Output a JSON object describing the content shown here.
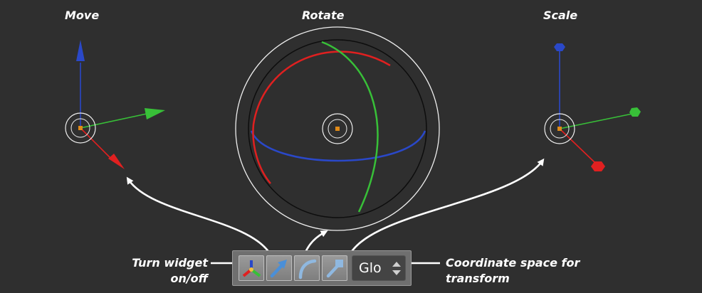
{
  "widgets": {
    "move_label": "Move",
    "rotate_label": "Rotate",
    "scale_label": "Scale"
  },
  "callouts": {
    "toggle_line1": "Turn widget",
    "toggle_line2": "on/off",
    "coord_line1": "Coordinate space for",
    "coord_line2": "transform"
  },
  "toolbar": {
    "buttons": [
      {
        "icon": "widget-toggle-icon"
      },
      {
        "icon": "move-arrow-icon"
      },
      {
        "icon": "rotate-arc-icon"
      },
      {
        "icon": "scale-handle-icon"
      }
    ],
    "coordinate_space": {
      "value": "Glo"
    }
  },
  "colors": {
    "viewport_bg": "#2f2f2f",
    "axis_x": "#e02020",
    "axis_y": "#38c038",
    "axis_z": "#2a48c8",
    "pivot": "#e08a18",
    "annotation": "#ffffff"
  }
}
